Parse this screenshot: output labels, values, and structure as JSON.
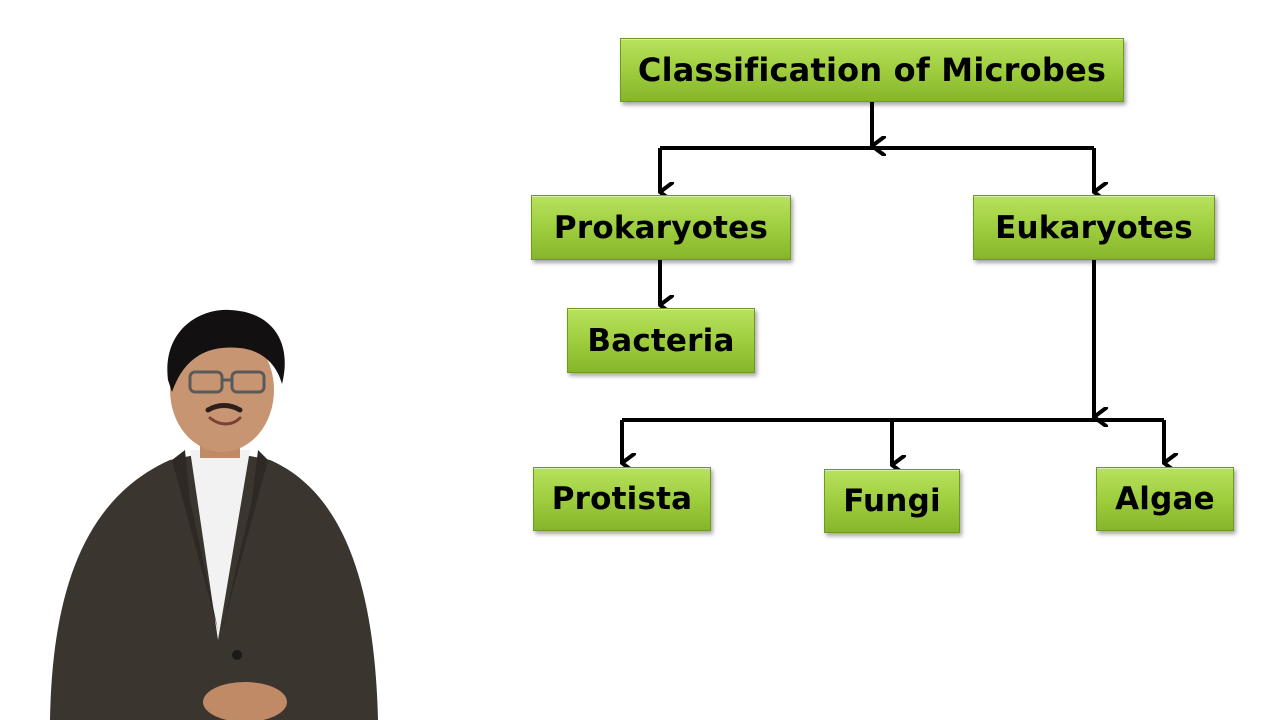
{
  "diagram": {
    "root": {
      "label": "Classification of Microbes"
    },
    "level1": [
      {
        "label": "Prokaryotes"
      },
      {
        "label": "Eukaryotes"
      }
    ],
    "prokaryote_children": [
      {
        "label": "Bacteria"
      }
    ],
    "eukaryote_children": [
      {
        "label": "Protista"
      },
      {
        "label": "Fungi"
      },
      {
        "label": "Algae"
      }
    ]
  },
  "colors": {
    "node_fill": "#9ccc3c",
    "node_border": "#6e9a1f",
    "connector": "#000000",
    "background": "#ffffff"
  }
}
